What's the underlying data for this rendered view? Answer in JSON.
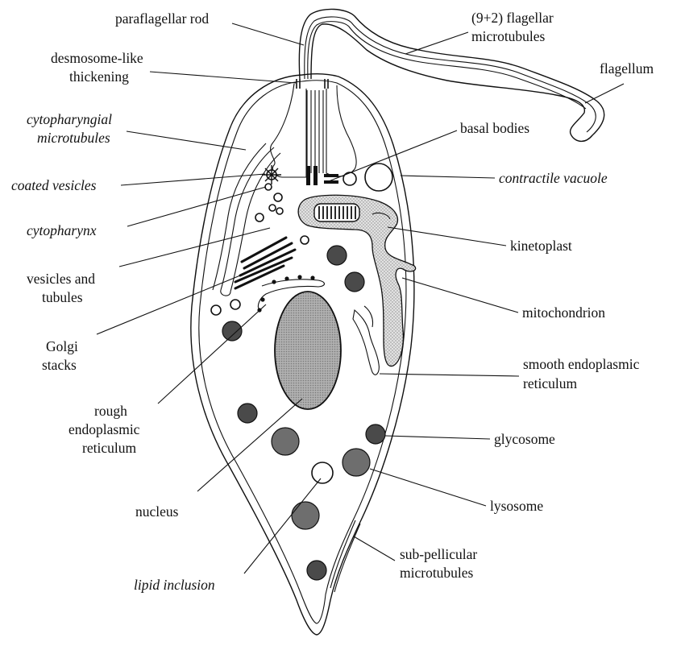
{
  "figure": {
    "labels": {
      "paraflagellar_rod": "paraflagellar rod",
      "desmosome": [
        "desmosome-like",
        "thickening"
      ],
      "cytopharyngial_microtubules": [
        "cytopharyngial",
        "microtubules"
      ],
      "coated_vesicles": "coated vesicles",
      "cytopharynx": "cytopharynx",
      "vesicles_and_tubules": [
        "vesicles and",
        "tubules"
      ],
      "golgi_stacks": [
        "Golgi",
        "stacks"
      ],
      "rough_er": [
        "rough",
        "endoplasmic",
        "reticulum"
      ],
      "nucleus": "nucleus",
      "lipid_inclusion": "lipid inclusion",
      "flagellar_microtubules": [
        "(9+2) flagellar",
        "microtubules"
      ],
      "flagellum": "flagellum",
      "basal_bodies": "basal bodies",
      "contractile_vacuole": "contractile vacuole",
      "kinetoplast": "kinetoplast",
      "mitochondrion": "mitochondrion",
      "smooth_er": [
        "smooth endoplasmic",
        "reticulum"
      ],
      "glycosome": "glycosome",
      "lysosome": "lysosome",
      "subpellicular_microtubules": [
        "sub-pellicular",
        "microtubules"
      ]
    }
  }
}
